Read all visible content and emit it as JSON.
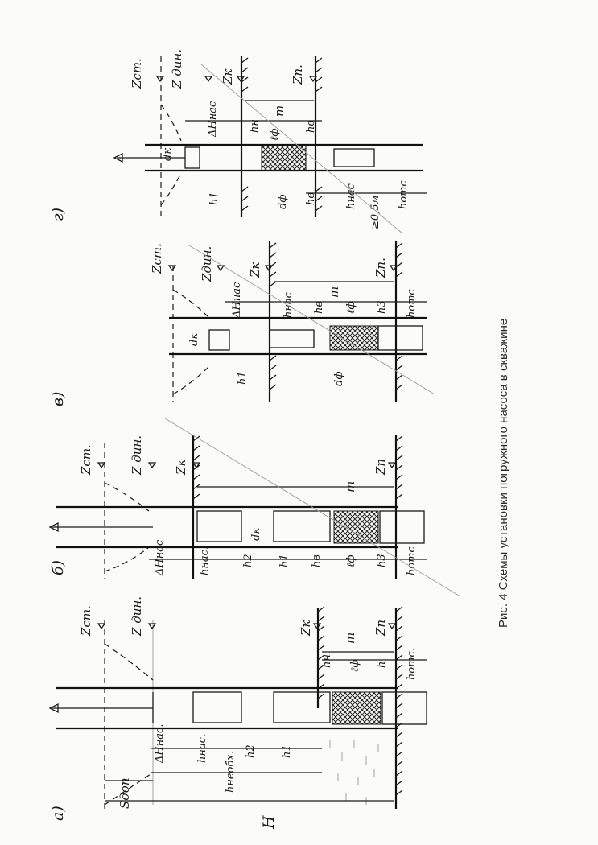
{
  "caption": "Рис. 4 Схемы установки погружного насоса в скважине",
  "panels": {
    "a": {
      "letter": "а)",
      "levels": {
        "z_st": "Zст.",
        "z_din": "Z дин.",
        "z_k": "Zк",
        "z_p": "Zп"
      },
      "dims": {
        "dH": "ΔНнас.",
        "h_nas": "hнас.",
        "h2": "h2",
        "h1": "h1",
        "h_neobh": "hнеобх.",
        "s_dop": "Sдоп",
        "H": "H",
        "m": "m",
        "hn": "hн",
        "l_f": "ℓф",
        "h": "h",
        "h_ots": "hотс."
      }
    },
    "b": {
      "letter": "б)",
      "levels": {
        "z_st": "Zст.",
        "z_din": "Z дин.",
        "z_k": "Zк",
        "z_p": "Zп"
      },
      "dims": {
        "dH": "ΔНнас",
        "h_nas": "hнас.",
        "h2": "h2",
        "h1": "h1",
        "h_v": "hв",
        "l_f": "ℓф",
        "h3": "h3",
        "h_ots": "hотс",
        "m": "m",
        "d_k": "dк"
      }
    },
    "v": {
      "letter": "в)",
      "levels": {
        "z_st": "Zст.",
        "z_din": "Zдин.",
        "z_k": "Zк",
        "z_p": "Zп."
      },
      "dims": {
        "dH": "ΔHнас",
        "h_nas": "hнас",
        "h_v": "hв",
        "l_f": "ℓф",
        "h3": "h3",
        "h_ots": "hотс",
        "m": "m",
        "d_k": "dк",
        "d_f": "dф",
        "h1": "h1"
      }
    },
    "g": {
      "letter": "г)",
      "levels": {
        "z_st": "Zст.",
        "z_din": "Z дин.",
        "z_k": "Zк",
        "z_p": "Zп."
      },
      "dims": {
        "dH": "ΔНнас",
        "hn": "hн",
        "h_v": "hв",
        "h_nas": "hнас",
        "h_ots": "hотс",
        "m": "m",
        "d_k": "dк",
        "d_f": "dф",
        "l_f": "ℓф",
        "h1": "h1",
        "note": "≥0,5м"
      }
    }
  }
}
